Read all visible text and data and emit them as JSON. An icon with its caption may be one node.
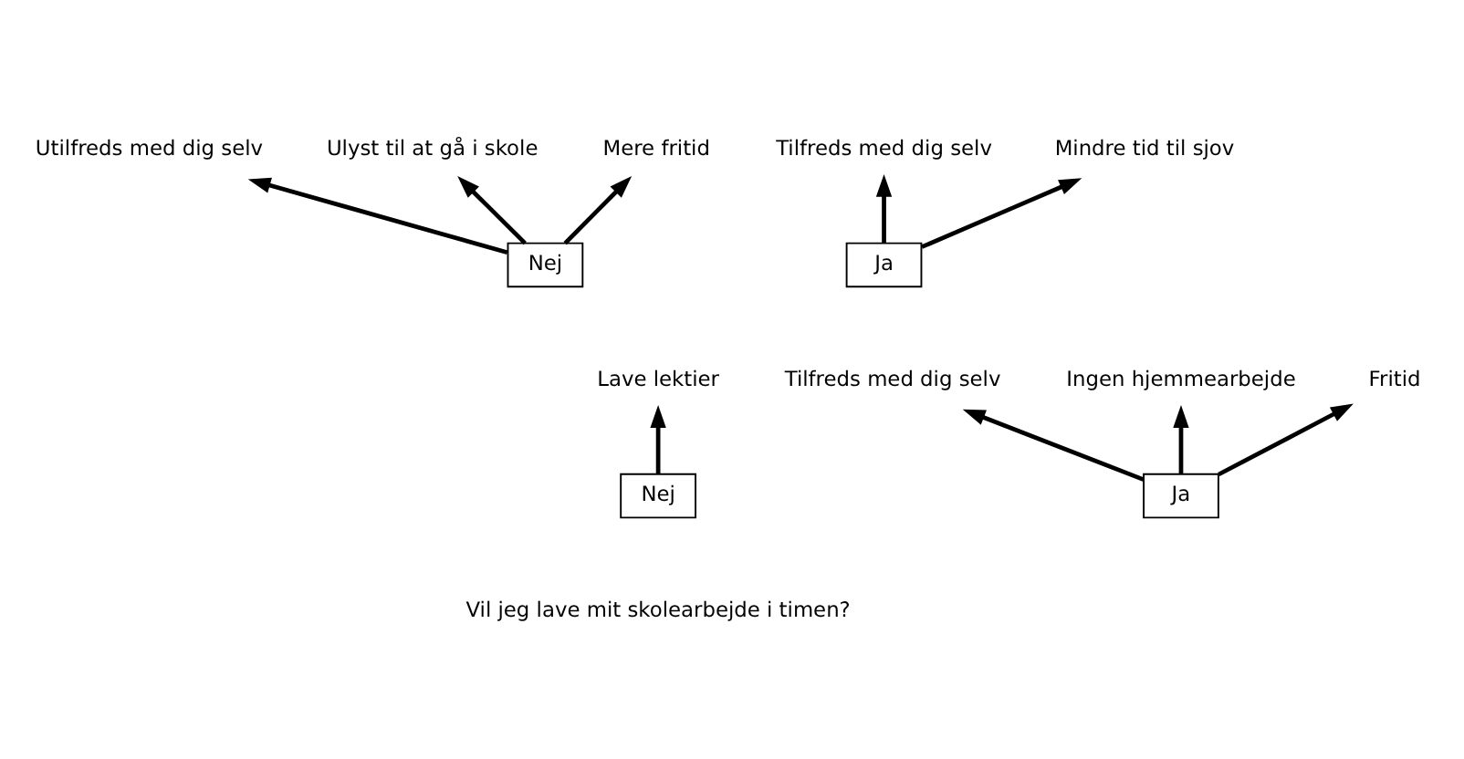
{
  "diagram": {
    "nodes": [
      {
        "text": [
          "Nej"
        ]
      },
      {
        "text": [
          "Ja"
        ]
      },
      {
        "text": [
          "Lave lektier"
        ]
      },
      {
        "text": [
          "Utilfreds med dig selv"
        ]
      },
      {
        "text": [
          "Ulyst til at gå i skole"
        ]
      },
      {
        "text": [
          "Mere fritid"
        ]
      },
      {
        "text": [
          "Tilfreds med dig selv"
        ]
      },
      {
        "text": [
          "Mindre tid til sjov"
        ]
      },
      {
        "text": [
          "Nej"
        ]
      },
      {
        "text": [
          "Ja"
        ]
      },
      {
        "text": [
          "Tilfreds med dig selv"
        ]
      },
      {
        "text": [
          "Ingen hjemmearbejde"
        ]
      },
      {
        "text": [
          "Fritid"
        ]
      }
    ],
    "edges": [
      {
        "from": 0,
        "to": 3,
        "arrow": "to"
      },
      {
        "from": 0,
        "to": 4,
        "arrow": "to"
      },
      {
        "from": 0,
        "to": 5,
        "arrow": "to"
      },
      {
        "from": 1,
        "to": 6,
        "arrow": "to"
      },
      {
        "from": 1,
        "to": 7,
        "arrow": "to"
      },
      {
        "from": 8,
        "to": 2,
        "arrow": "to"
      },
      {
        "from": 9,
        "to": 10,
        "arrow": "to"
      },
      {
        "from": 9,
        "to": 11,
        "arrow": "to"
      },
      {
        "from": 9,
        "to": 12,
        "arrow": "to"
      }
    ],
    "labels": [
      "Vil jeg lave mit skolearbejde i timen?"
    ]
  }
}
